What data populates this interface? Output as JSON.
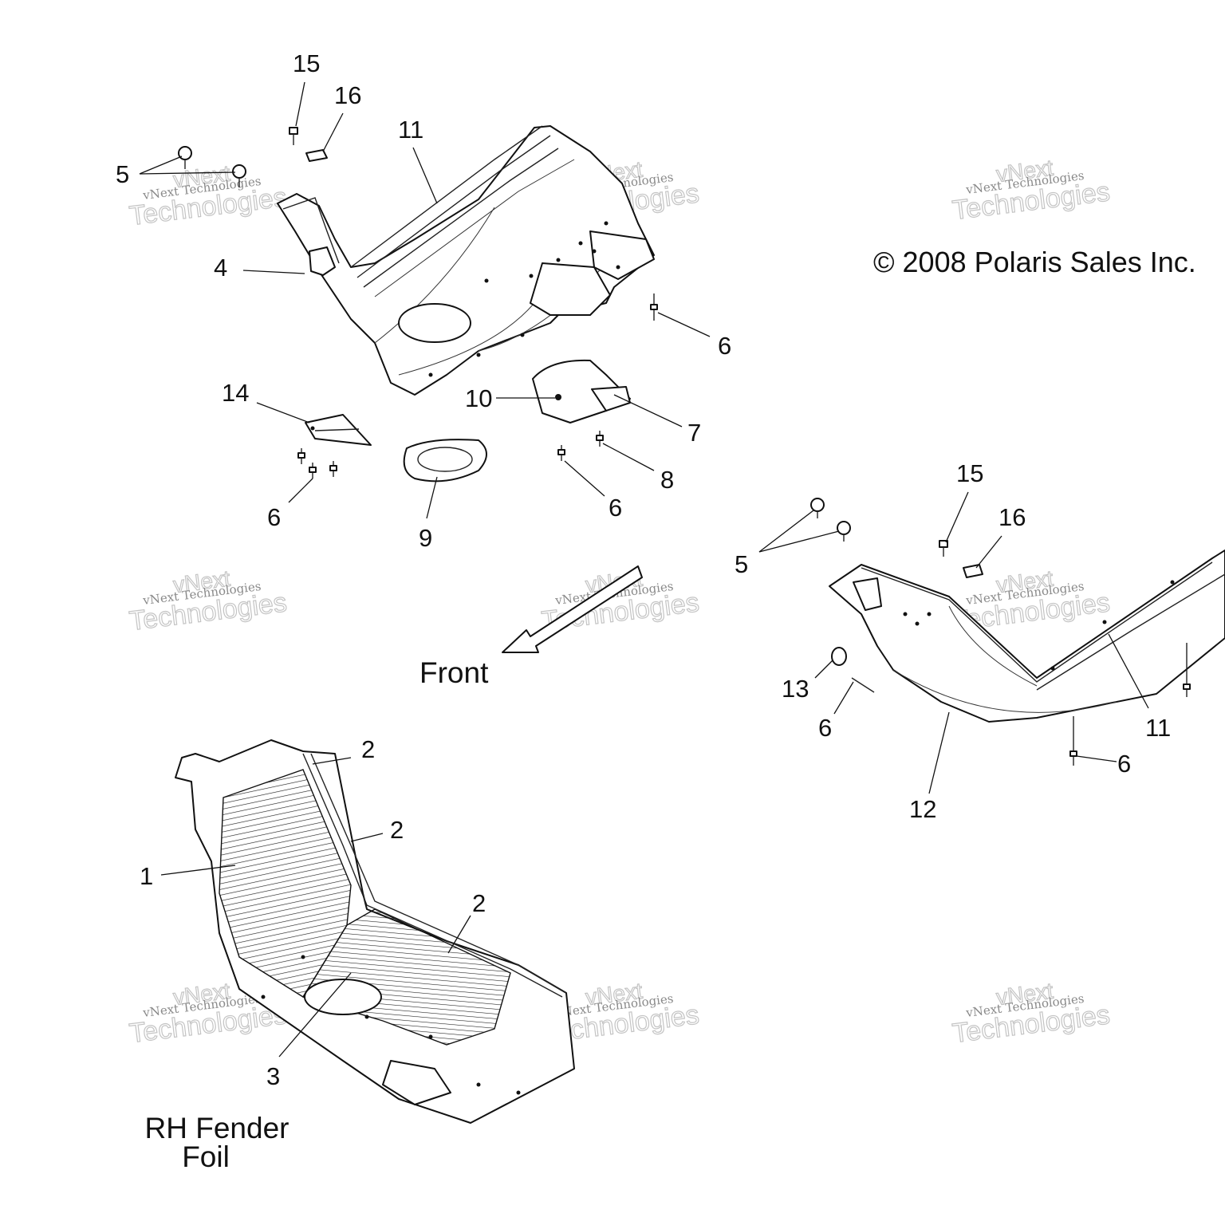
{
  "copyright": "© 2008 Polaris Sales Inc.",
  "captions": {
    "front": "Front",
    "rh_fender_foil_line1": "RH Fender",
    "rh_fender_foil_line2": "Foil"
  },
  "watermark": {
    "line1": "vNext",
    "line2": "vNext Technologies",
    "line3": "Technologies"
  },
  "callouts": {
    "top_15": "15",
    "top_16": "16",
    "top_5": "5",
    "top_11": "11",
    "top_4": "4",
    "top_6_right": "6",
    "top_14": "14",
    "top_10": "10",
    "top_7": "7",
    "top_8": "8",
    "top_6_left": "6",
    "top_6_mid": "6",
    "top_9": "9",
    "right_15": "15",
    "right_16": "16",
    "right_5": "5",
    "right_13": "13",
    "right_6_left": "6",
    "right_11": "11",
    "right_6_bottom": "6",
    "right_12": "12",
    "foil_2_top": "2",
    "foil_2_mid": "2",
    "foil_2_low": "2",
    "foil_1": "1",
    "foil_3": "3"
  }
}
